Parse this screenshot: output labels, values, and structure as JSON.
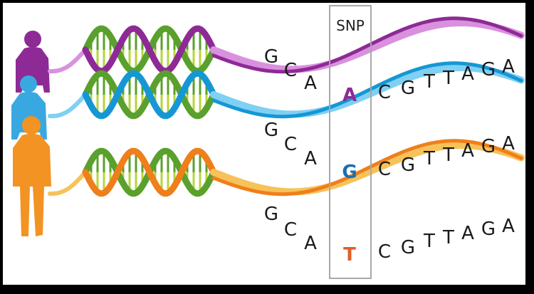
{
  "snp_label": "SNP",
  "strands": [
    {
      "left": [
        "G",
        "C",
        "A"
      ],
      "snp": "A",
      "right": [
        "C",
        "G",
        "T",
        "T",
        "A",
        "G",
        "A"
      ],
      "colors": {
        "ribbon_dark": "#8e2a96",
        "ribbon_light": "#d991de",
        "snp": "#8e2a96",
        "person": "#8e2a96"
      }
    },
    {
      "left": [
        "G",
        "C",
        "A"
      ],
      "snp": "G",
      "right": [
        "C",
        "G",
        "T",
        "T",
        "A",
        "G",
        "A"
      ],
      "colors": {
        "ribbon_dark": "#1597d5",
        "ribbon_light": "#7fd0f3",
        "snp": "#1c6fb0",
        "person": "#3aa8e0"
      }
    },
    {
      "left": [
        "G",
        "C",
        "A"
      ],
      "snp": "T",
      "right": [
        "C",
        "G",
        "T",
        "T",
        "A",
        "G",
        "A"
      ],
      "colors": {
        "ribbon_dark": "#ef7f1a",
        "ribbon_light": "#f7c25a",
        "snp": "#e35d2a",
        "person": "#f39323"
      }
    }
  ],
  "colors": {
    "frame": "#000000",
    "background": "#ffffff",
    "snp_box": "#a8a8a8",
    "rung_green": "#5aa02c",
    "rung_yellow": "#b7d43a"
  }
}
